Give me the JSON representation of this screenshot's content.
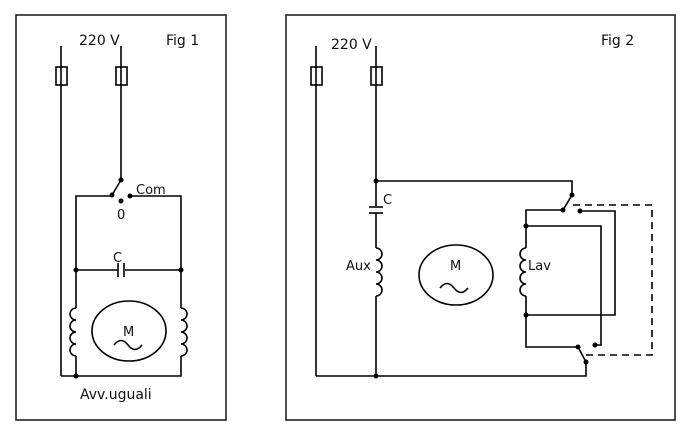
{
  "figures": [
    {
      "id": "fig1",
      "title": "Fig 1",
      "supply_label": "220 V",
      "switch_common_label": "Com",
      "switch_off_label": "0",
      "capacitor_label": "C",
      "motor_label": "M",
      "caption": "Avv.uguali"
    },
    {
      "id": "fig2",
      "title": "Fig 2",
      "supply_label": "220 V",
      "capacitor_label": "C",
      "aux_winding_label": "Aux",
      "main_winding_label": "Lav",
      "motor_label": "M"
    }
  ],
  "colors": {
    "line": "#000000",
    "background": "#ffffff"
  }
}
